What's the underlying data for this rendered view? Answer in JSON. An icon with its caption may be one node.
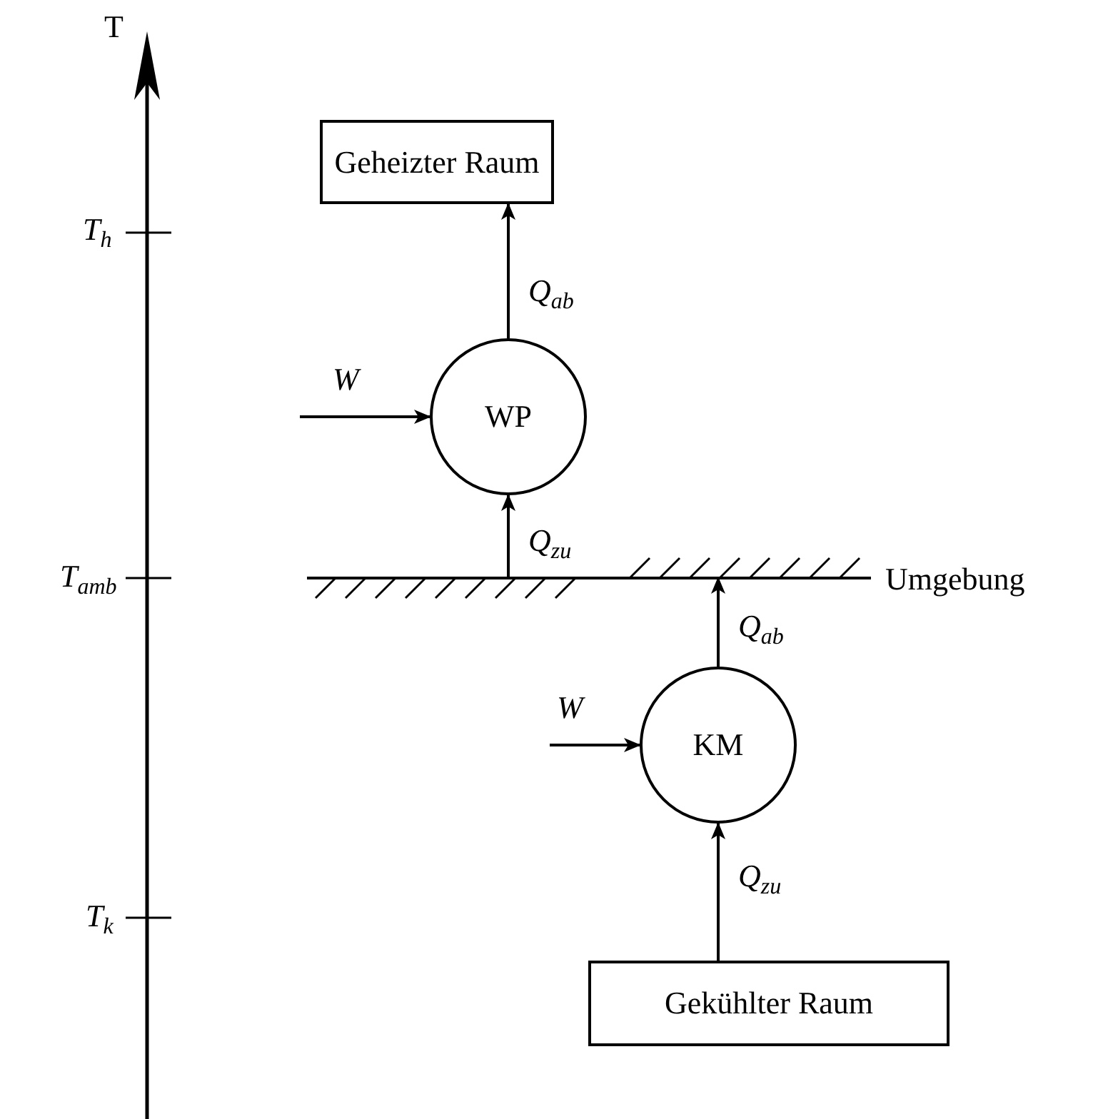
{
  "diagram": {
    "nodes": [
      {
        "text": [
          "Geheizter Raum"
        ]
      },
      {
        "text": [
          "WP"
        ]
      },
      {
        "text": [
          "Umgebung"
        ]
      },
      {
        "text": [
          "KM"
        ]
      },
      {
        "text": [
          "Gekühlter Raum"
        ]
      }
    ],
    "edges": [
      {
        "from": 1,
        "to": 0,
        "arrow": "to",
        "label": "Q$_{ab}$"
      },
      {
        "from": null,
        "to": 1,
        "arrow": "to",
        "label": "W"
      },
      {
        "from": 2,
        "to": 1,
        "arrow": "to",
        "label": "Q$_{zu}$"
      },
      {
        "from": 3,
        "to": 2,
        "arrow": "to",
        "label": "Q$_{ab}$"
      },
      {
        "from": null,
        "to": 3,
        "arrow": "to",
        "label": "W"
      },
      {
        "from": 4,
        "to": 3,
        "arrow": "to",
        "label": "Q$_{zu}$"
      }
    ],
    "labels": [
      "T",
      "T$_{h}$",
      "T$_{amb}$",
      "T$_{k}$"
    ]
  }
}
